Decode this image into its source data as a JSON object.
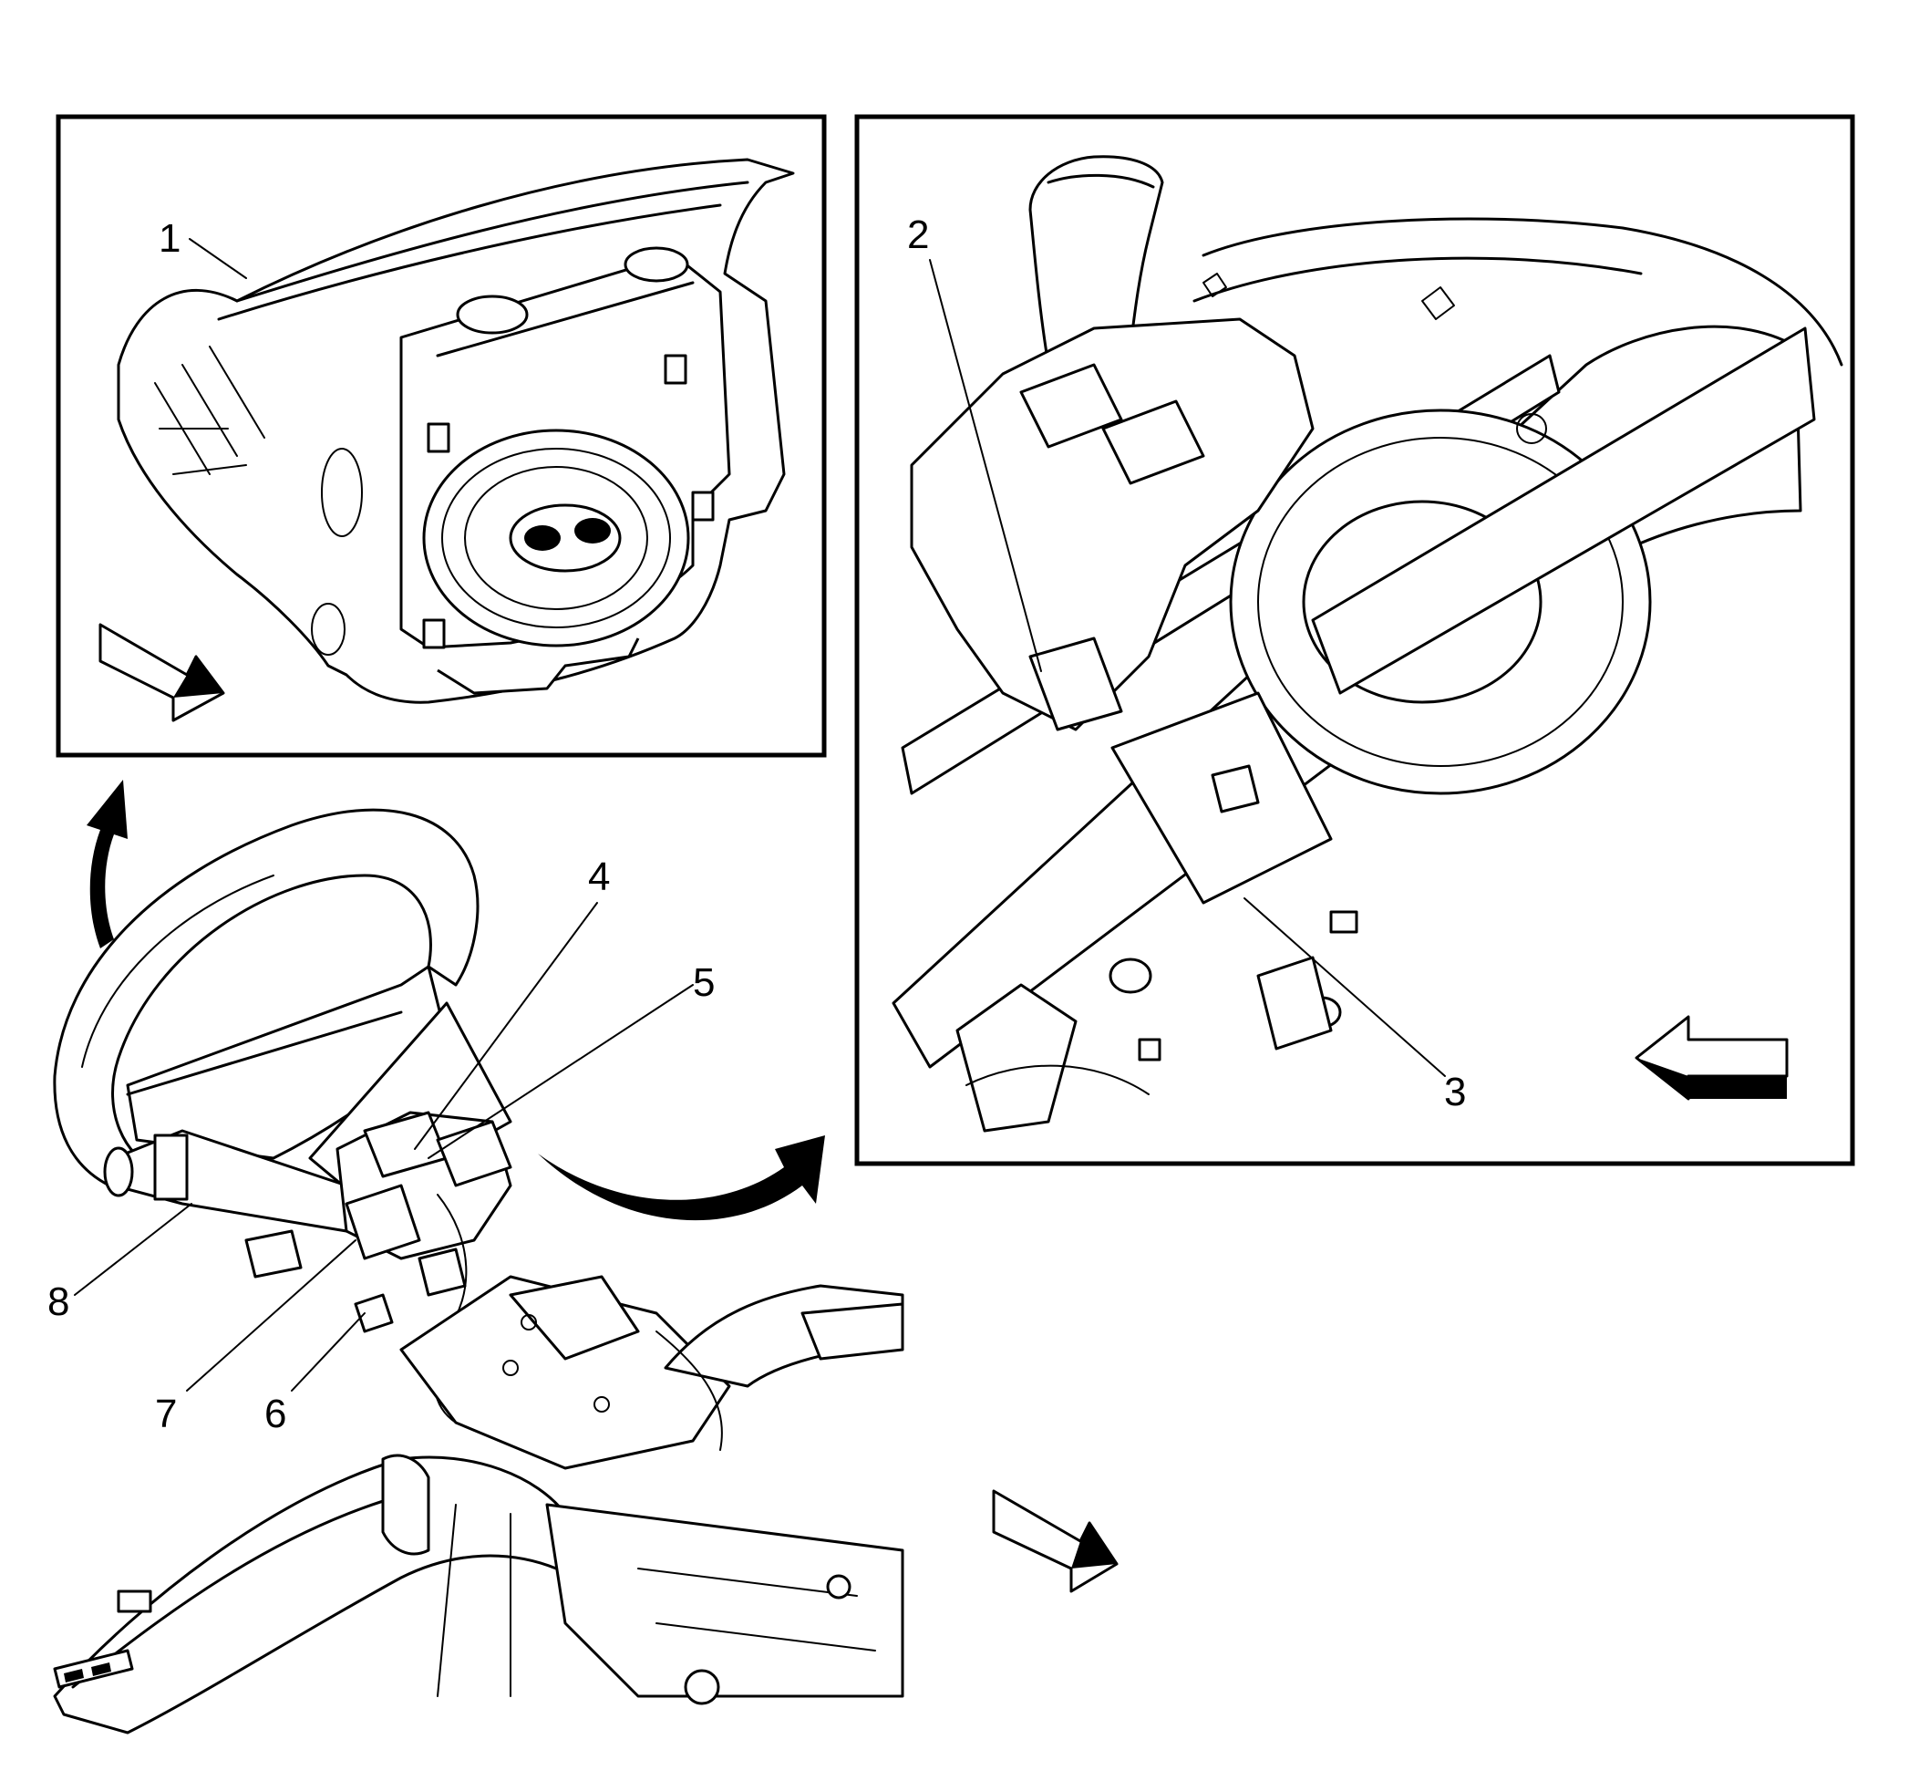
{
  "callouts": [
    {
      "id": "1",
      "label": "1"
    },
    {
      "id": "2",
      "label": "2"
    },
    {
      "id": "3",
      "label": "3"
    },
    {
      "id": "4",
      "label": "4"
    },
    {
      "id": "5",
      "label": "5"
    },
    {
      "id": "6",
      "label": "6"
    },
    {
      "id": "7",
      "label": "7"
    },
    {
      "id": "8",
      "label": "8"
    }
  ],
  "icons": {
    "inset_left_view_arrow": "view-direction-arrow-icon",
    "inset_right_view_arrow": "view-direction-arrow-icon",
    "main_view_arrow": "view-direction-arrow-icon",
    "curved_arrow_up": "curved-arrow-icon",
    "curved_arrow_right": "curved-arrow-icon"
  },
  "colors": {
    "ink": "#000000",
    "paper": "#ffffff"
  }
}
